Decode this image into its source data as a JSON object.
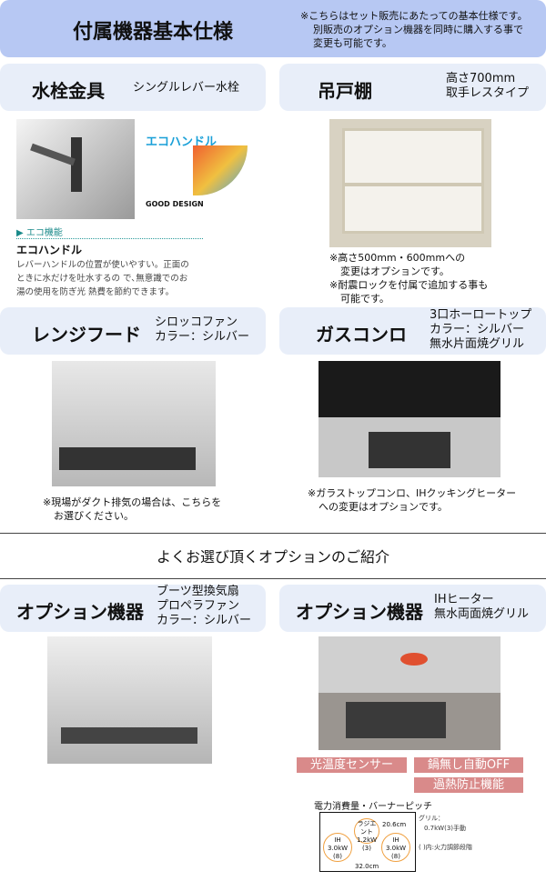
{
  "header": {
    "title": "付属機器基本仕様",
    "note": [
      "※こちらはセット販売にあたっての基本仕様です。",
      "別販売のオプション機器を同時に購入する事で",
      "変更も可能です。"
    ]
  },
  "faucet": {
    "title": "水栓金具",
    "sub": "シングルレバー水栓",
    "eco_label": "エコハンドル",
    "good_design": "GOOD DESIGN",
    "eco_section": "エコ機能",
    "eco_title": "エコハンドル",
    "eco_text": [
      "レバーハンドルの位置が使いやすい。正面の",
      "ときに水だけを吐水するの で､無意識でのお",
      "湯の使用を防ぎ光 熱費を節約できます。"
    ]
  },
  "cabinet": {
    "title": "吊戸棚",
    "sub": [
      "高さ700mm",
      "取手レスタイプ"
    ],
    "note": [
      "※高さ500mm・600mmへの",
      "変更はオプションです。",
      "※耐震ロックを付属で追加する事も",
      "可能です。"
    ]
  },
  "hood": {
    "title": "レンジフード",
    "sub": [
      "シロッコファン",
      "カラー：シルバー"
    ],
    "note": [
      "※現場がダクト排気の場合は、こちらを",
      "お選びください。"
    ]
  },
  "stove": {
    "title": "ガスコンロ",
    "sub": [
      "3口ホーロートップ",
      "カラー：シルバー",
      "無水片面焼グリル"
    ],
    "note": [
      "※ガラストップコンロ、IHクッキングヒーター",
      "への変更はオプションです。"
    ]
  },
  "options_heading": "よくお選び頂くオプションのご紹介",
  "opt_hood": {
    "title": "オプション機器",
    "sub": [
      "ブーツ型換気扇",
      "プロペラファン",
      "カラー：シルバー"
    ]
  },
  "opt_ih": {
    "title": "オプション機器",
    "sub": [
      "IHヒーター",
      "無水両面焼グリル"
    ],
    "tags": [
      "光温度センサー",
      "鍋無し自動OFF",
      "過熱防止機能"
    ],
    "diagram": {
      "title": "電力消費量・バーナーピッチ",
      "left": [
        "IH",
        "3.0kW",
        "(8)"
      ],
      "center": [
        "ラジエント",
        "1.2kW",
        "(3)"
      ],
      "right": [
        "IH",
        "3.0kW",
        "(8)"
      ],
      "pitch_diag": "20.6cm",
      "pitch": "32.0cm",
      "grill": [
        "グリル：",
        "0.7kW(3)手動"
      ],
      "legend": "( )内:火力調節段階"
    }
  }
}
